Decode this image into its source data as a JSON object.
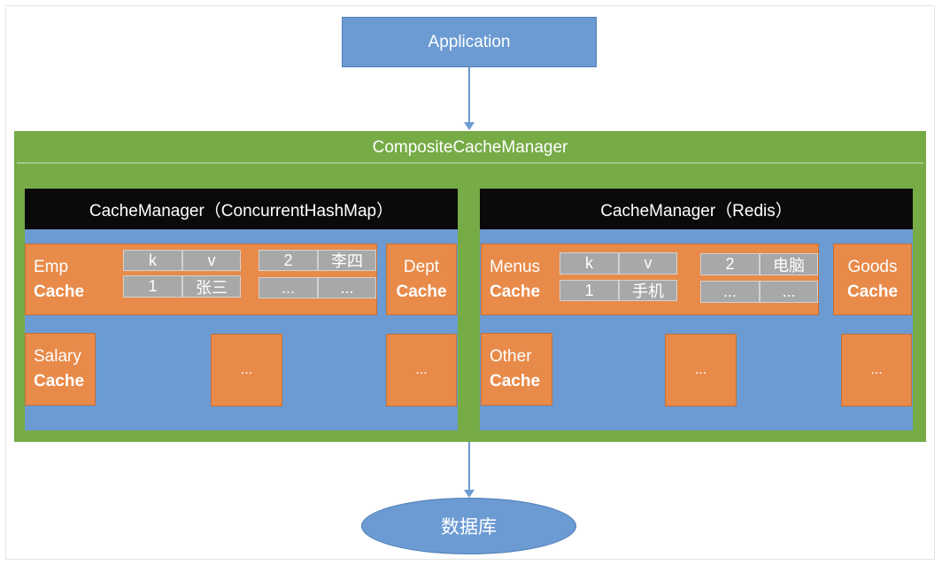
{
  "application": {
    "label": "Application"
  },
  "composite": {
    "title": "CompositeCacheManager"
  },
  "left_manager": {
    "title": "CacheManager（ConcurrentHashMap）",
    "emp_cache": {
      "name": "Emp",
      "suffix": "Cache",
      "entries": [
        [
          "k",
          "v"
        ],
        [
          "1",
          "张三"
        ],
        [
          "2",
          "李四"
        ],
        [
          "...",
          "..."
        ]
      ]
    },
    "dept_cache": {
      "name": "Dept",
      "suffix": "Cache"
    },
    "salary_cache": {
      "name": "Salary",
      "suffix": "Cache"
    },
    "more_1": "...",
    "more_2": "..."
  },
  "right_manager": {
    "title": "CacheManager（Redis）",
    "menus_cache": {
      "name": "Menus",
      "suffix": "Cache",
      "entries": [
        [
          "k",
          "v"
        ],
        [
          "1",
          "手机"
        ],
        [
          "2",
          "电脑"
        ],
        [
          "...",
          "..."
        ]
      ]
    },
    "goods_cache": {
      "name": "Goods",
      "suffix": "Cache"
    },
    "other_cache": {
      "name": "Other",
      "suffix": "Cache"
    },
    "more_1": "...",
    "more_2": "..."
  },
  "database": {
    "label": "数据库"
  },
  "colors": {
    "blue": "#6b9bd2",
    "green": "#76ab46",
    "orange": "#e88a49",
    "gray": "#a8a8a8",
    "black": "#0a0a0a"
  }
}
